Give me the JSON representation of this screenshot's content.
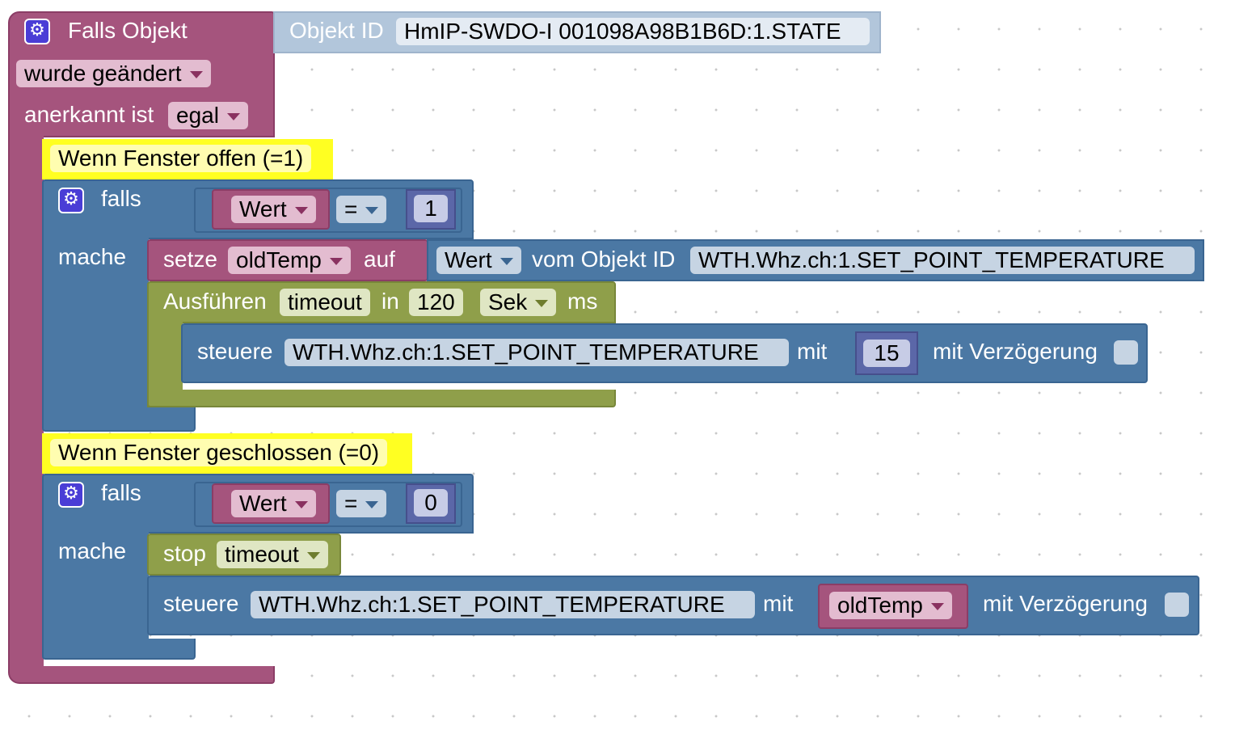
{
  "trigger": {
    "title": "Falls Objekt",
    "object_label": "Objekt ID",
    "object_id": "HmIP-SWDO-I 001098A98B1B6D:1.STATE",
    "change_mode": "wurde geändert",
    "ack_label": "anerkannt ist",
    "ack_value": "egal"
  },
  "section_open": {
    "comment": "Wenn Fenster offen (=1)",
    "if_label": "falls",
    "do_label": "mache",
    "cond_left": "Wert",
    "cond_op": "=",
    "cond_right": "1",
    "set_label": "setze",
    "set_var": "oldTemp",
    "set_to": "auf",
    "get_attr": "Wert",
    "get_from": "vom Objekt ID",
    "get_object": "WTH.Whz.ch:1.SET_POINT_TEMPERATURE",
    "timeout_label": "Ausführen",
    "timeout_name": "timeout",
    "timeout_in": "in",
    "timeout_value": "120",
    "timeout_unit": "Sek",
    "timeout_ms": "ms",
    "control_label": "steuere",
    "control_object": "WTH.Whz.ch:1.SET_POINT_TEMPERATURE",
    "control_with": "mit",
    "control_value": "15",
    "delay_label": "mit Verzögerung"
  },
  "section_closed": {
    "comment": "Wenn Fenster geschlossen (=0)",
    "if_label": "falls",
    "do_label": "mache",
    "cond_left": "Wert",
    "cond_op": "=",
    "cond_right": "0",
    "stop_label": "stop",
    "stop_timeout": "timeout",
    "control_label": "steuere",
    "control_object": "WTH.Whz.ch:1.SET_POINT_TEMPERATURE",
    "control_with": "mit",
    "control_value": "oldTemp",
    "delay_label": "mit Verzögerung"
  },
  "colors": {
    "trigger_block": "#a5547d",
    "logic_block": "#4b78a4",
    "timeout_block": "#8f9f4a",
    "comment": "#ffff22",
    "number_block": "#5b67a8"
  },
  "icons": [
    "gear-icon",
    "chevron-down-icon",
    "checkbox-icon"
  ]
}
